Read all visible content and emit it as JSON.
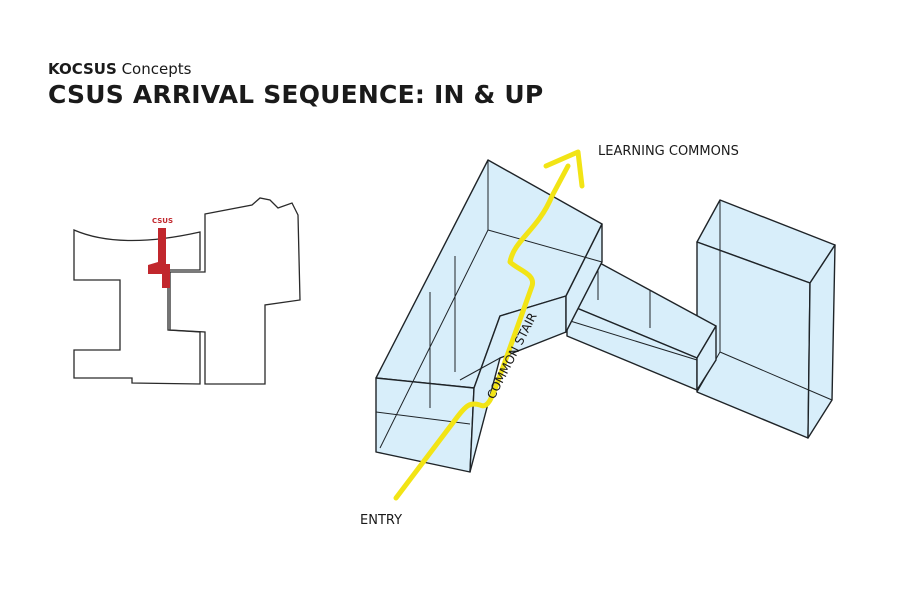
{
  "header": {
    "brand_bold": "KOCSUS",
    "brand_rest": "Concepts",
    "title": "CSUS ARRIVAL SEQUENCE: IN & UP"
  },
  "site_plan": {
    "marker_label": "CSUS",
    "highlight_color": "#c1272d"
  },
  "diagram": {
    "labels": {
      "top": "LEARNING COMMONS",
      "stair": "COMMON STAIR",
      "bottom": "ENTRY"
    },
    "colors": {
      "volume_fill": "#d8eefa",
      "volume_stroke": "#1f2428",
      "path": "#f2e415"
    }
  }
}
